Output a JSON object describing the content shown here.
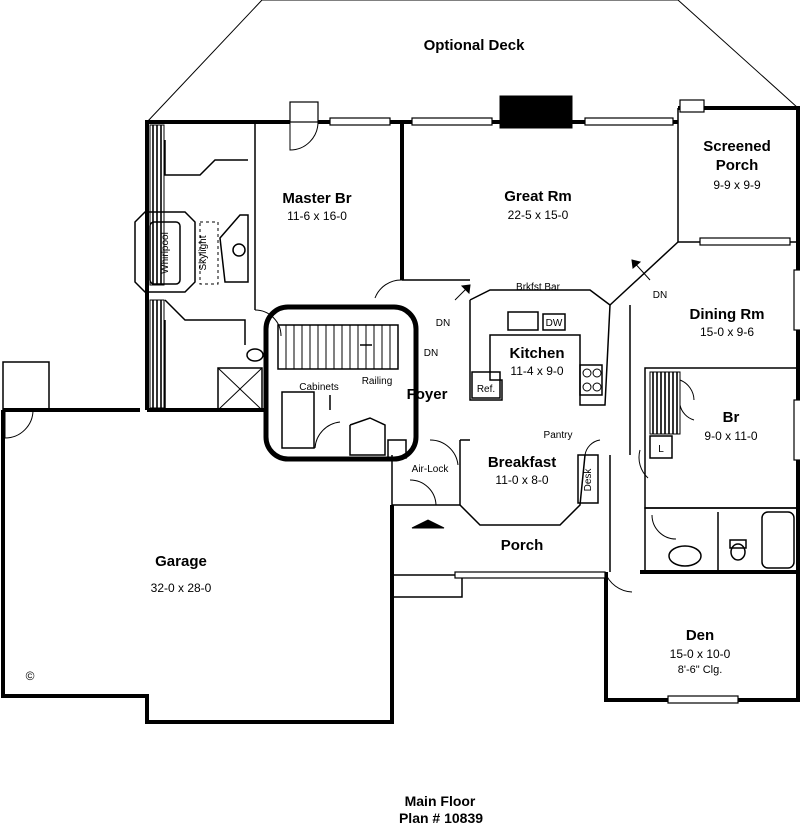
{
  "deck": {
    "name": "Optional Deck"
  },
  "rooms": {
    "master_br": {
      "name": "Master Br",
      "dims": "11-6 x 16-0"
    },
    "great_rm": {
      "name": "Great Rm",
      "dims": "22-5 x 15-0"
    },
    "screened_porch": {
      "name_line1": "Screened",
      "name_line2": "Porch",
      "dims": "9-9 x 9-9"
    },
    "dining_rm": {
      "name": "Dining Rm",
      "dims": "15-0 x 9-6"
    },
    "kitchen": {
      "name": "Kitchen",
      "dims": "11-4 x 9-0"
    },
    "foyer": {
      "name": "Foyer"
    },
    "breakfast": {
      "name": "Breakfast",
      "dims": "11-0 x 8-0"
    },
    "br": {
      "name": "Br",
      "dims": "9-0 x 11-0"
    },
    "garage": {
      "name": "Garage",
      "dims": "32-0 x 28-0"
    },
    "porch": {
      "name": "Porch"
    },
    "den": {
      "name": "Den",
      "dims": "15-0 x 10-0",
      "ceiling": "8'-6\" Clg."
    }
  },
  "labels": {
    "whirlpool": "Whirlpool",
    "skylight": "Skylight",
    "brkfst_bar": "Brkfst Bar",
    "dw": "DW",
    "ref": "Ref.",
    "cabinets": "Cabinets",
    "railing": "Railing",
    "air_lock": "Air-Lock",
    "pantry": "Pantry",
    "desk": "Desk",
    "dn_1": "DN",
    "dn_2": "DN",
    "dn_3": "DN",
    "l": "L",
    "copyright": "©"
  },
  "footer": {
    "line1": "Main Floor",
    "line2": "Plan # 10839"
  }
}
